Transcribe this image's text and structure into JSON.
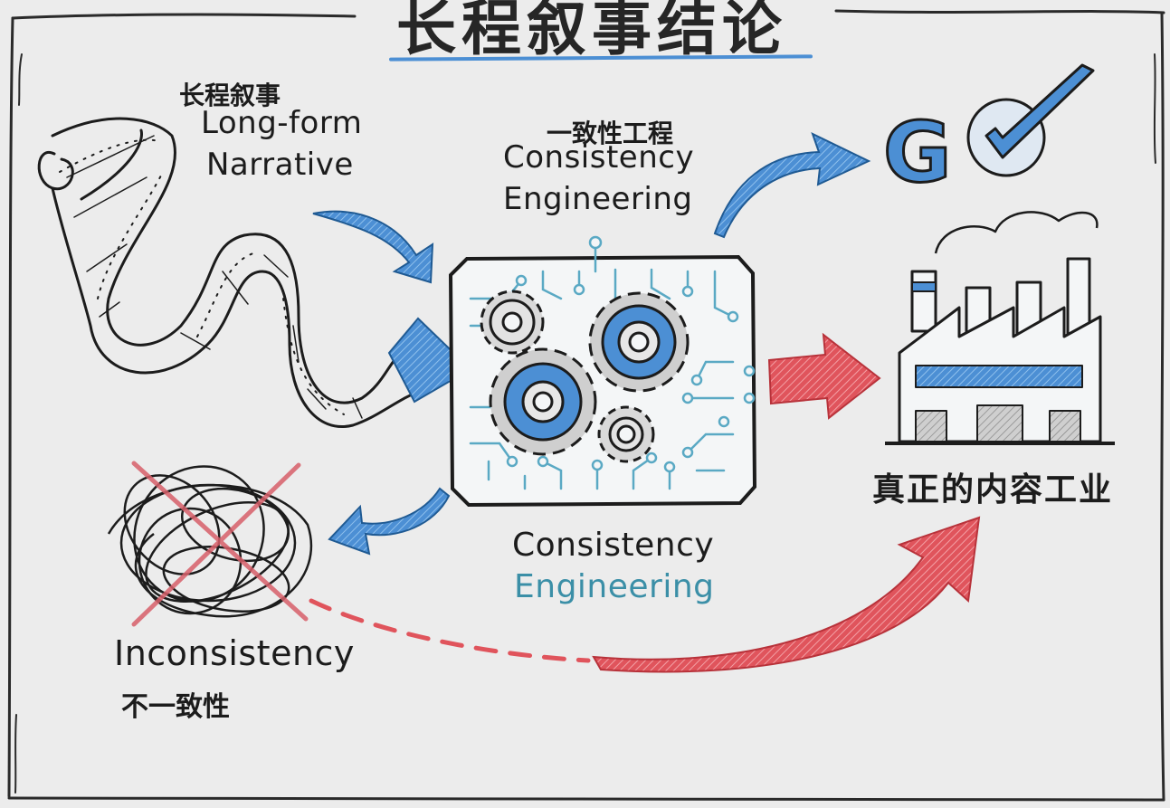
{
  "title": "长程叙事结论",
  "long_form": {
    "cn": "长程叙事",
    "en_line1": "Long-form",
    "en_line2": "Narrative"
  },
  "consistency_top": {
    "cn": "一致性工程",
    "en_line1": "Consistency",
    "en_line2": "Engineering"
  },
  "consistency_bottom": {
    "en_line1": "Consistency",
    "en_line2": "Engineering"
  },
  "industry": {
    "cn": "真正的内容工业"
  },
  "inconsistency": {
    "en": "Inconsistency",
    "cn": "不一致性"
  },
  "go_mark": {
    "text": "GO"
  },
  "colors": {
    "accent_blue": "#4c8fd4",
    "circuit_teal": "#5aa9c4",
    "accent_red": "#e0545c",
    "ink": "#1c1c1c"
  }
}
